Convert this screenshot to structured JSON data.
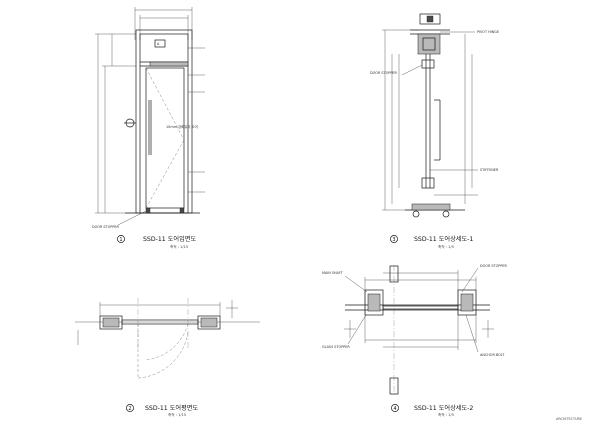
{
  "panels": [
    {
      "number": "1",
      "title": "SSD-11 도어입면도",
      "scale": "축척 : 1/15"
    },
    {
      "number": "2",
      "title": "SSD-11 도어평면도",
      "scale": "축척 : 1/15"
    },
    {
      "number": "3",
      "title": "SSD-11 도어상세도-1",
      "scale": "축척 : 1/5"
    },
    {
      "number": "4",
      "title": "SSD-11 도어상세도-2",
      "scale": "축척 : 1/5"
    }
  ],
  "notes": {
    "elevation_glass": "10mm 강화유리 도어",
    "elevation_stopper": "DOOR STOPPER",
    "detail1_pivot": "PIVOT HINGE",
    "detail1_stopper": "DOOR STOPPER",
    "detail1_stiffener": "STIFFENER",
    "detail2_main_shaft": "MAIN SHAFT",
    "detail2_stopper_l": "GLASS STOPPER",
    "detail2_stopper_r": "DOOR STOPPER",
    "detail2_anchor": "ANCHOR BOLT"
  },
  "watermark": "ARCHITECTURE"
}
